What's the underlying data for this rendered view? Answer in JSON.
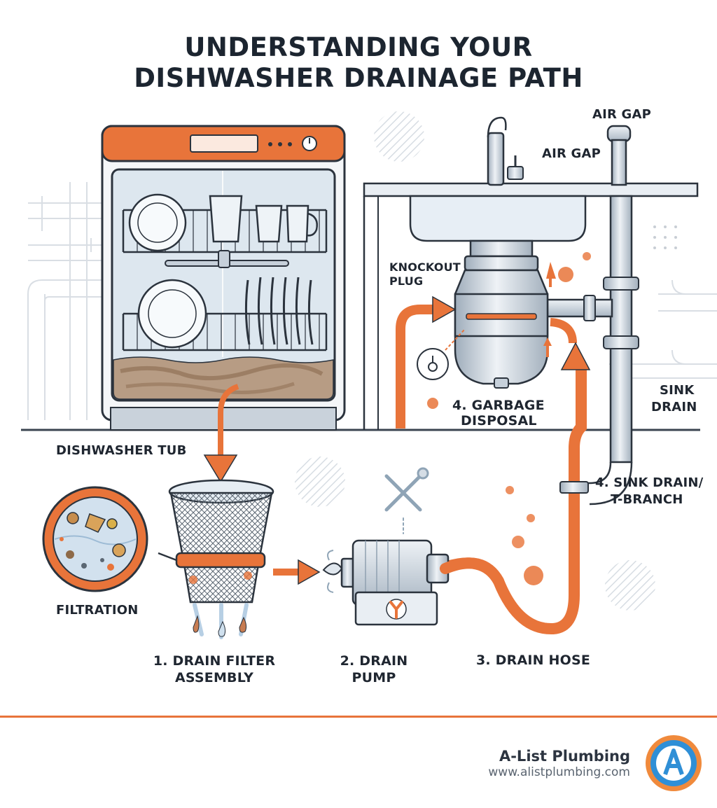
{
  "title": {
    "line1": "UNDERSTANDING YOUR",
    "line2": "DISHWASHER DRAINAGE PATH"
  },
  "labels": {
    "air_gap_top": "AIR GAP",
    "air_gap_side": "AIR GAP",
    "knockout_line1": "KNOCKOUT",
    "knockout_line2": "PLUG",
    "garbage_line1": "4. GARBAGE",
    "garbage_line2": "DISPOSAL",
    "sink_drain_line1": "SINK",
    "sink_drain_line2": "DRAIN",
    "tbranch_line1": "4. SINK DRAIN/",
    "tbranch_line2": "T-BRANCH",
    "dishwasher_tub": "DISHWASHER TUB",
    "filtration": "FILTRATION",
    "filter_line1": "1. DRAIN FILTER",
    "filter_line2": "ASSEMBLY",
    "pump_line1": "2. DRAIN",
    "pump_line2": "PUMP",
    "hose": "3. DRAIN HOSE"
  },
  "brand": {
    "name": "A-List Plumbing",
    "url": "www.alistplumbing.com",
    "logo_letter": "A"
  },
  "icons": [
    "dishwasher-icon",
    "sink-faucet-icon",
    "air-gap-icon",
    "garbage-disposal-icon",
    "drain-filter-icon",
    "drain-pump-icon",
    "wrench-screwdriver-icon",
    "magnifier-icon",
    "brand-logo-icon"
  ],
  "colors": {
    "accent": "#e8743a",
    "dark": "#1f2630",
    "steel": "#b9c4cf",
    "water": "#cfe0ee"
  }
}
